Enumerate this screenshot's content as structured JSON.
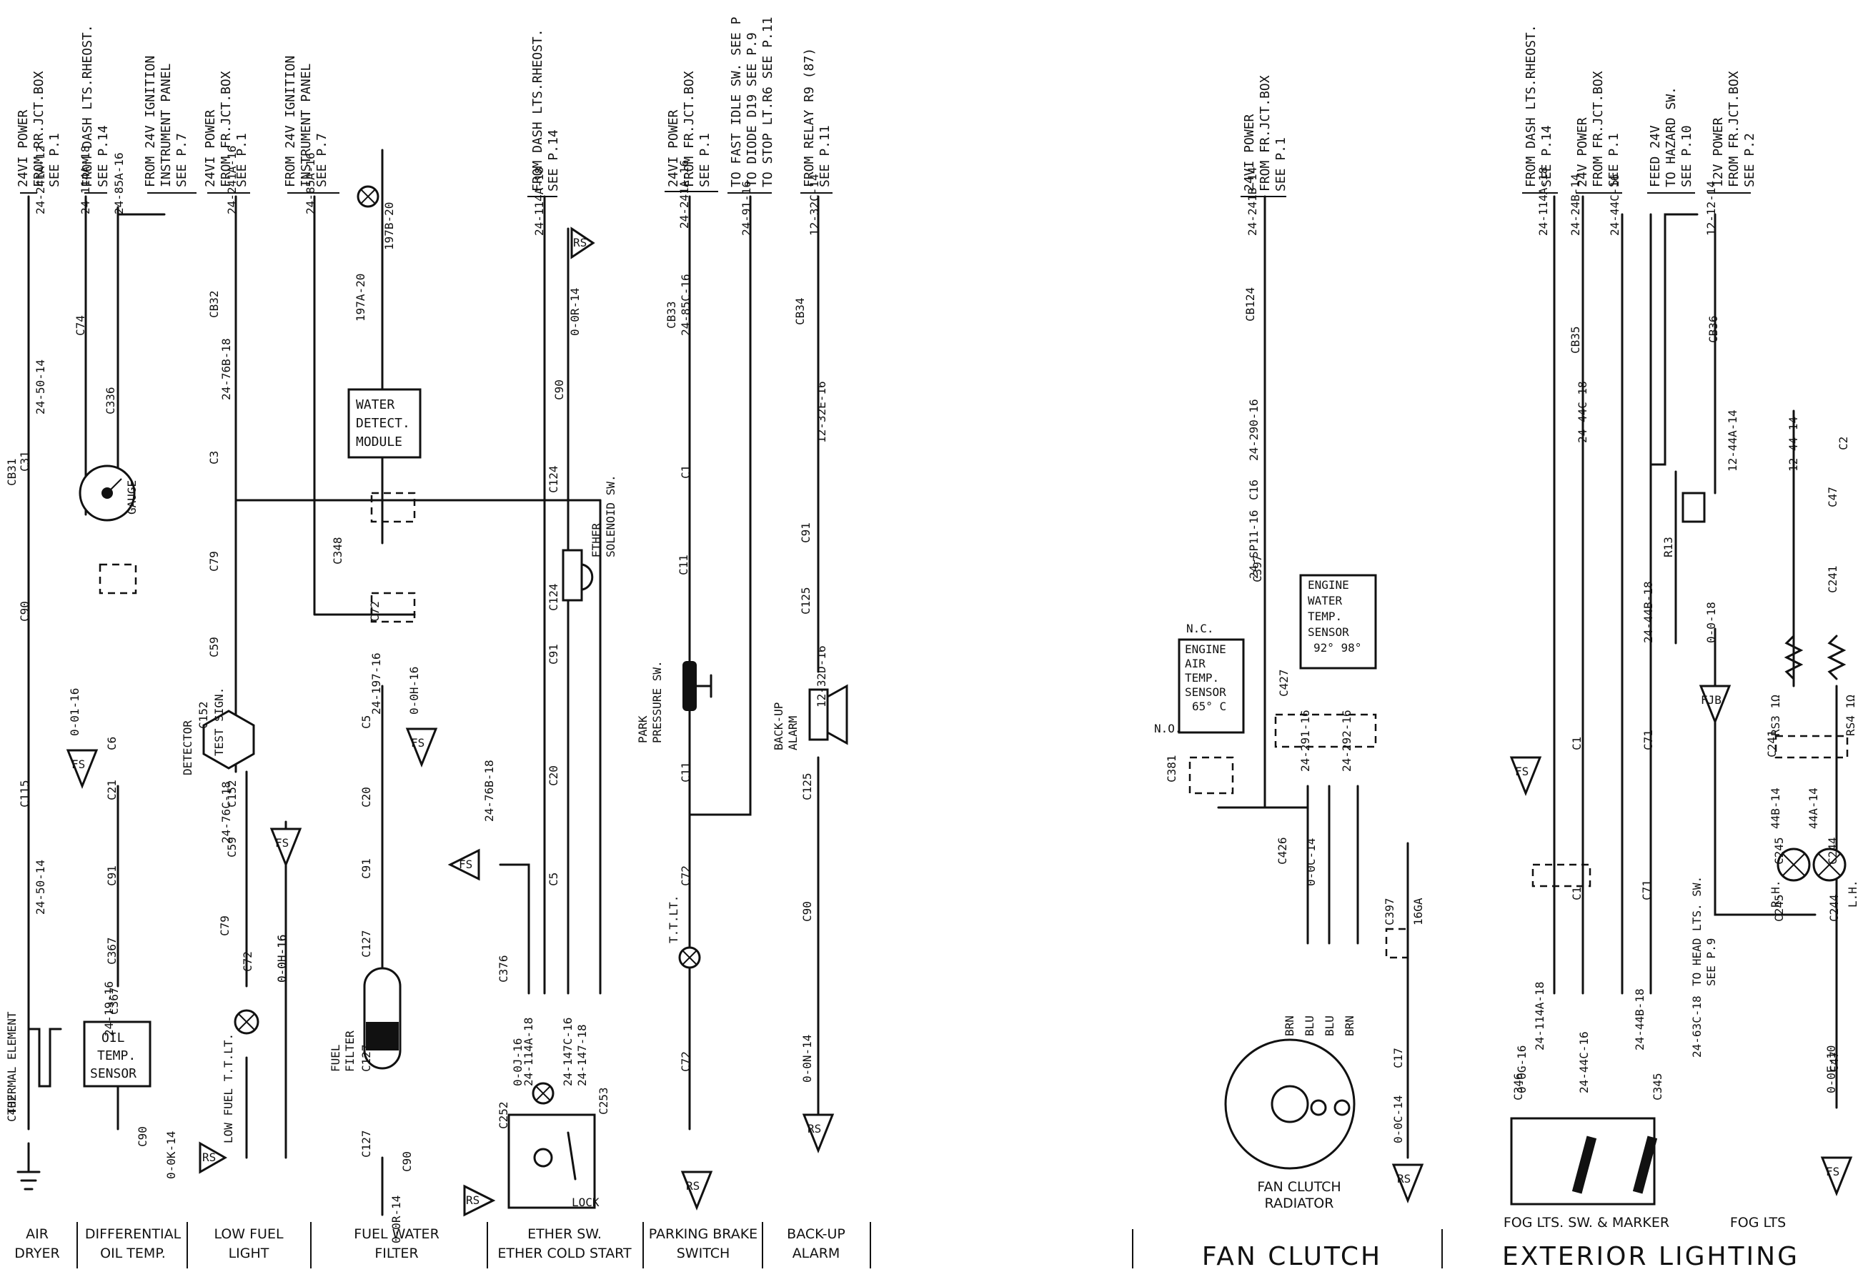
{
  "sections": {
    "air_dryer": [
      "AIR",
      "DRYER"
    ],
    "diff_oil": [
      "DIFFERENTIAL",
      "OIL TEMP."
    ],
    "low_fuel": [
      "LOW FUEL",
      "LIGHT"
    ],
    "fuel_water": [
      "FUEL WATER",
      "FILTER"
    ],
    "ether": [
      "ETHER SW.",
      "ETHER COLD START"
    ],
    "parking": [
      "PARKING BRAKE",
      "SWITCH"
    ],
    "backup": [
      "BACK-UP",
      "ALARM"
    ],
    "fan_clutch_group": "FAN CLUTCH",
    "exterior_group": "EXTERIOR LIGHTING",
    "fan_clutch_radiator": [
      "FAN CLUTCH",
      "RADIATOR"
    ],
    "fog_sw_marker": "FOG LTS. SW. & MARKER",
    "fog_lts": "FOG LTS"
  },
  "top_notes": [
    [
      "24VI POWER",
      "FROM RR.JCT.BOX",
      "SEE P.1"
    ],
    [
      "FROM DASH LTS.RHEOST.",
      "SEE P.14"
    ],
    [
      "FROM 24V IGNITION",
      "INSTRUMENT PANEL",
      "SEE P.7"
    ],
    [
      "24VI POWER",
      "FROM FR.JCT.BOX",
      "SEE P.1"
    ],
    [
      "FROM 24V IGNITION",
      "INSTRUMENT PANEL",
      "SEE P.7"
    ],
    [
      "FROM DASH LTS.RHEOST.",
      "SEE P.14"
    ],
    [
      "24VI POWER",
      "FROM FR.JCT.BOX",
      "SEE P.1"
    ],
    [
      "TO FAST IDLE SW. SEE P",
      "TO DIODE D19 SEE P.9",
      "TO STOP LT.R6 SEE P.11"
    ],
    [
      "FROM RELAY R9 (87)",
      "SEE P.11"
    ],
    [
      "24VI POWER",
      "FROM FR.JCT.BOX",
      "SEE P.1"
    ],
    [
      "FROM DASH LTS.RHEOST.",
      "SEE P.14"
    ],
    [
      "24V POWER",
      "FROM FR.JCT.BOX",
      "SEE P.1"
    ],
    [
      "FEED 24V",
      "TO HAZARD SW.",
      "SEE P.10"
    ],
    [
      "12V POWER",
      "FROM FR.JCT.BOX",
      "SEE P.2"
    ]
  ],
  "wire_codes": [
    "24-241A-12",
    "24-114A-18",
    "24-85A-16",
    "24-241A-16",
    "24-85A-16",
    "24-114A-18",
    "24-241A-16",
    "24-91-16",
    "12-32C-14",
    "24-241B-14",
    "24-114A-18",
    "24-24B-14",
    "24-44C-16",
    "12-12-14",
    "24-50-14",
    "0-01-16",
    "24-76B-18",
    "24-197-16",
    "0-0H-16",
    "0-0R-14",
    "24-85C-16",
    "12-32E-16",
    "12-32D-16",
    "24-290-16",
    "24-SP11-16",
    "24-291-16",
    "24-292-16",
    "24-44C-18",
    "24-44B-18",
    "0-0-18",
    "12-44A-14",
    "12-44-14",
    "24-76B-18",
    "24-76C-18",
    "0-0H-16",
    "24-50-14",
    "24-19-16",
    "0-0K-14",
    "0-0R-14",
    "0-0J-16",
    "24-114A-18",
    "24-147C-16",
    "24-147-18",
    "0-0H-16",
    "0-0N-14",
    "0-0C-14",
    "0-0C-14",
    "0-0G-16",
    "24-114A-18",
    "24-44C-16",
    "24-44B-18",
    "24-63C-18",
    "0-0E-10",
    "44B-14",
    "44A-14",
    "197A-20",
    "197B-20",
    "16GA"
  ],
  "components": {
    "water_detect": [
      "WATER",
      "DETECT.",
      "MODULE"
    ],
    "oil_sensor": [
      "OIL",
      "TEMP.",
      "SENSOR"
    ],
    "air_temp": [
      "ENGINE",
      "AIR",
      "TEMP.",
      "SENSOR",
      "65° C"
    ],
    "water_temp": [
      "ENGINE",
      "WATER",
      "TEMP.",
      "SENSOR",
      "92° 98°"
    ],
    "gauge": "GAUGE",
    "thermal": "THERMAL ELEMENT",
    "detector": "DETECTOR",
    "test_sign": "TEST SIGN.",
    "fuel_filter": [
      "FUEL",
      "FILTER"
    ],
    "ether_solenoid": [
      "ETHER",
      "SOLENOID SW."
    ],
    "park_pressure": [
      "PARK",
      "PRESSURE SW."
    ],
    "backup_alarm": [
      "BACK-UP",
      "ALARM"
    ],
    "low_fuel_ttlt": "LOW FUEL  T.T.LT.",
    "ttlt": "T.T.LT.",
    "relay": "R13",
    "lock": "LOCK",
    "to_head": [
      "TO HEAD LTS. SW.",
      "SEE P.9"
    ],
    "nc": "N.C.",
    "no": "N.O.",
    "rh": "R.H.",
    "lh": "L.H.",
    "rs3": "RS3 1Ω",
    "rs4": "RS4 1Ω",
    "fan_wires": [
      "BRN",
      "BLU",
      "BLU",
      "BRN"
    ]
  },
  "connectors": [
    "C402",
    "C367",
    "C90",
    "C115",
    "C90",
    "C31",
    "CB31",
    "C74",
    "C336",
    "C6",
    "C21",
    "C91",
    "C367",
    "C3",
    "CB32",
    "C79",
    "C59",
    "C152",
    "C152",
    "C59",
    "C79",
    "C72",
    "C348",
    "C72",
    "C5",
    "C20",
    "C91",
    "C127",
    "C127",
    "C127",
    "C90",
    "C376",
    "C252",
    "C253",
    "C5",
    "C20",
    "C91",
    "C124",
    "C124",
    "C90",
    "CB33",
    "C1",
    "C11",
    "C11",
    "C72",
    "C72",
    "CB34",
    "C91",
    "C125",
    "C125",
    "C90",
    "CB124",
    "C16",
    "C397",
    "C427",
    "C381",
    "C426",
    "C397",
    "C17",
    "CB35",
    "C1",
    "C1",
    "C71",
    "C71",
    "C346",
    "C345",
    "CB36",
    "C2",
    "C47",
    "C241",
    "C241",
    "C245",
    "C244",
    "C245",
    "C244",
    "C47"
  ],
  "symbols": {
    "rs": "RS",
    "fs": "FS",
    "fjb": "FJB"
  }
}
